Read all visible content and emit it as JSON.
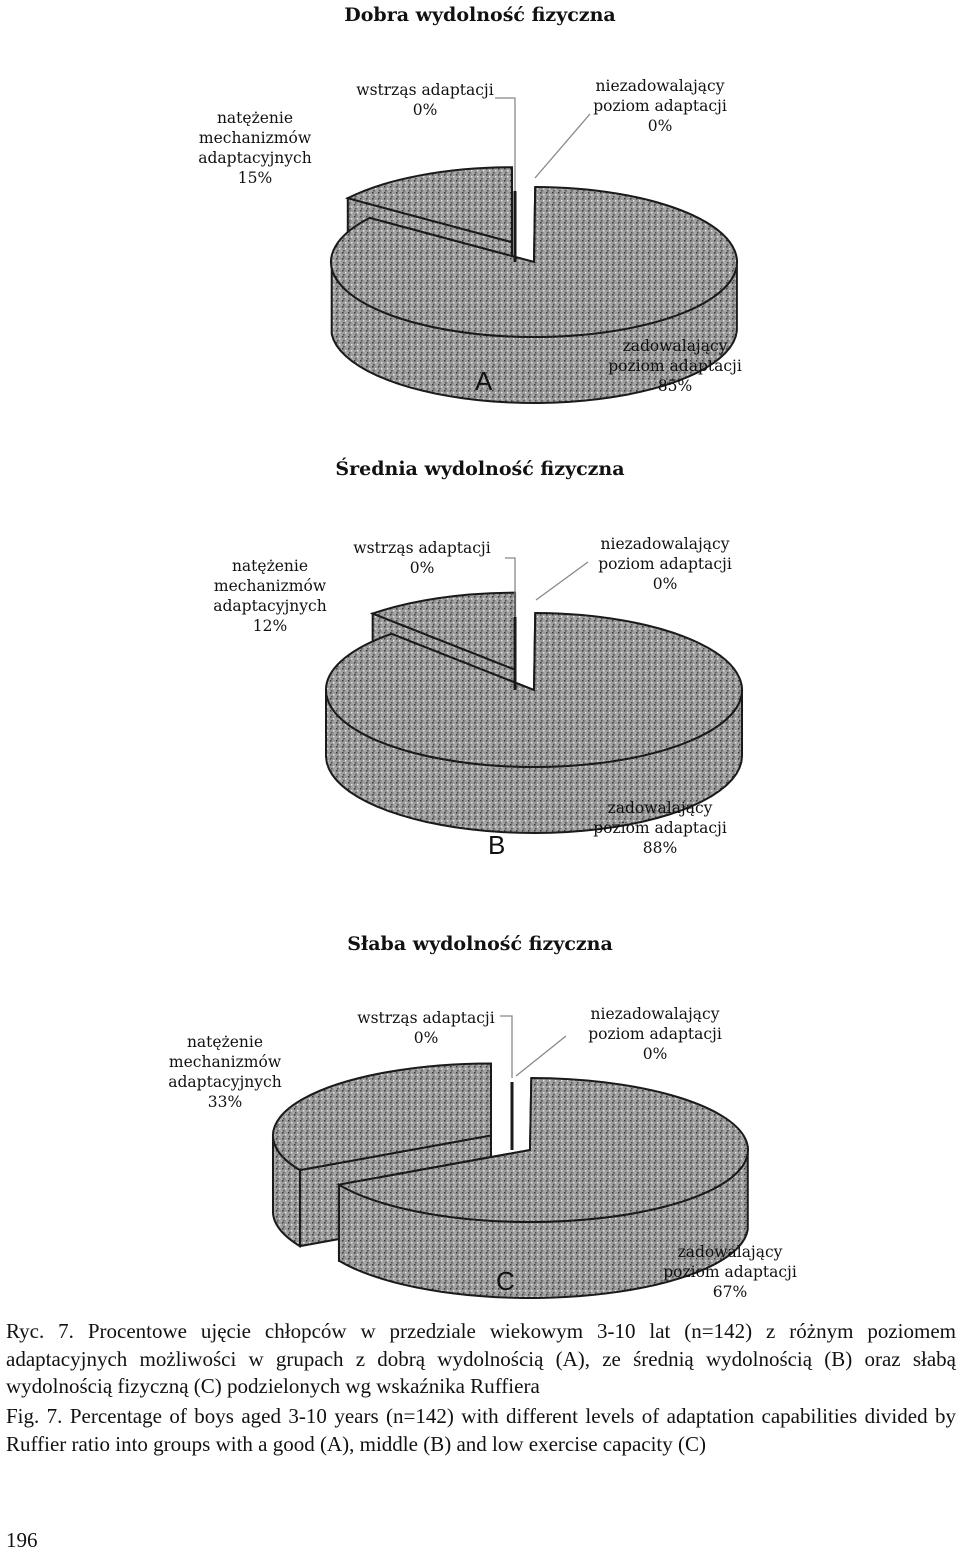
{
  "chart_data": [
    {
      "type": "pie",
      "title": "Dobra wydolność fizyczna",
      "panel_letter": "A",
      "slices": [
        {
          "label": [
            "natężenie",
            "mechanizmów",
            "adaptacyjnych"
          ],
          "value": 15,
          "pct": "15%"
        },
        {
          "label": [
            "wstrząs adaptacji"
          ],
          "value": 0,
          "pct": "0%"
        },
        {
          "label": [
            "niezadowalający",
            "poziom adaptacji"
          ],
          "value": 0,
          "pct": "0%"
        },
        {
          "label": [
            "zadowalający",
            "poziom adaptacji"
          ],
          "value": 85,
          "pct": "85%"
        }
      ]
    },
    {
      "type": "pie",
      "title": "Średnia wydolność fizyczna",
      "panel_letter": "B",
      "slices": [
        {
          "label": [
            "natężenie",
            "mechanizmów",
            "adaptacyjnych"
          ],
          "value": 12,
          "pct": "12%"
        },
        {
          "label": [
            "wstrząs adaptacji"
          ],
          "value": 0,
          "pct": "0%"
        },
        {
          "label": [
            "niezadowalający",
            "poziom adaptacji"
          ],
          "value": 0,
          "pct": "0%"
        },
        {
          "label": [
            "zadowalający",
            "poziom adaptacji"
          ],
          "value": 88,
          "pct": "88%"
        }
      ]
    },
    {
      "type": "pie",
      "title": "Słaba wydolność fizyczna",
      "panel_letter": "C",
      "slices": [
        {
          "label": [
            "natężenie",
            "mechanizmów",
            "adaptacyjnych"
          ],
          "value": 33,
          "pct": "33%"
        },
        {
          "label": [
            "wstrząs adaptacji"
          ],
          "value": 0,
          "pct": "0%"
        },
        {
          "label": [
            "niezadowalający",
            "poziom adaptacji"
          ],
          "value": 0,
          "pct": "0%"
        },
        {
          "label": [
            "zadowalający",
            "poziom adaptacji"
          ],
          "value": 67,
          "pct": "67%"
        }
      ]
    }
  ],
  "caption_pl": "Ryc. 7. Procentowe ujęcie chłopców w przedziale wiekowym 3-10 lat (n=142) z różnym poziomem adaptacyjnych możliwości w grupach z dobrą wydolnością (A), ze średnią wydolnością (B) oraz słabą wydolnością fizyczną (C) podzielonych wg wskaźnika Ruffiera",
  "caption_en": "Fig. 7. Percentage of boys aged 3-10 years (n=142) with different levels of adaptation capabilities divided by Ruffier ratio into groups with a good (A), middle (B) and low exercise capacity (C)",
  "page_number": "196",
  "colors": {
    "slice_fill": "#9a9a9a",
    "outline": "#1a1a1a",
    "text": "#111111"
  }
}
